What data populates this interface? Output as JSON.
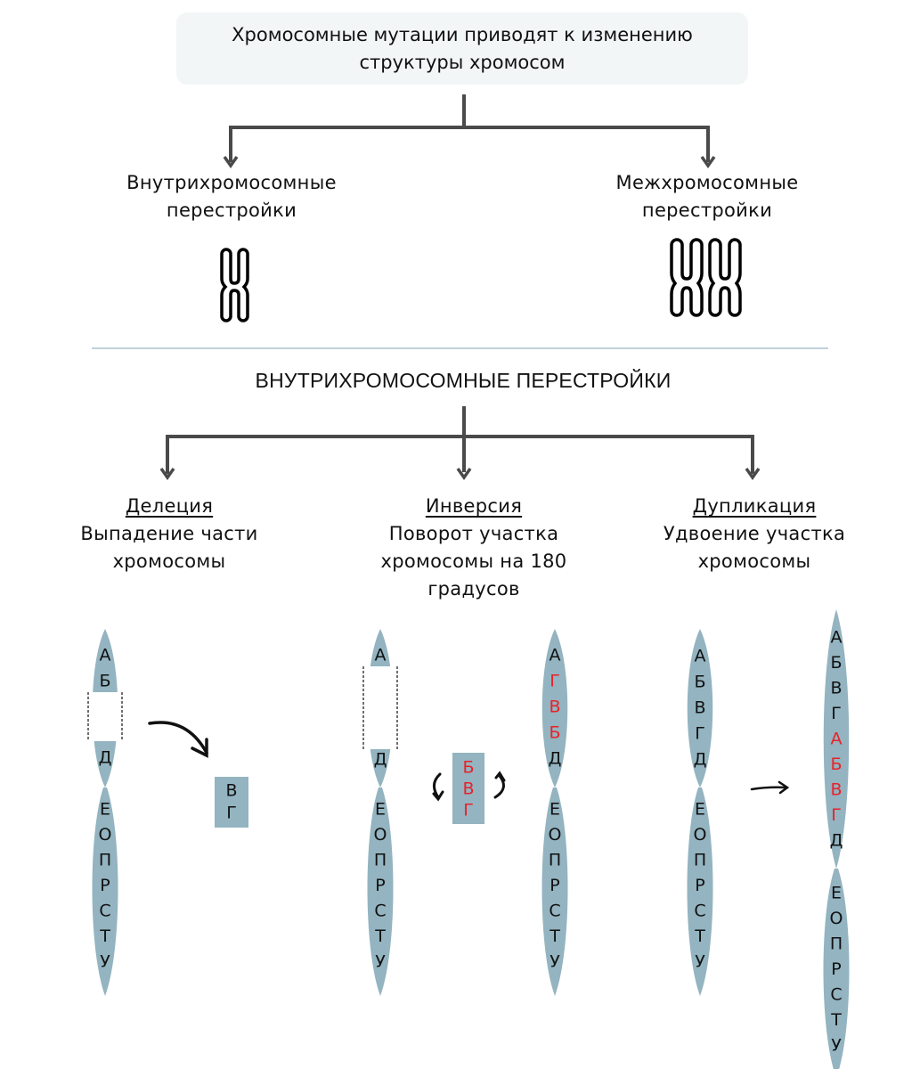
{
  "header": {
    "line1": "Хромосомные мутации приводят к изменению",
    "line2": "структуры хромосом"
  },
  "categories": [
    {
      "line1": "Внутрихромосомные",
      "line2": "перестройки",
      "icon": "single-chromosome-icon"
    },
    {
      "line1": "Межхромосомные",
      "line2": "перестройки",
      "icon": "double-chromosome-icon"
    }
  ],
  "section_title": "ВНУТРИХРОМОСОМНЫЕ ПЕРЕСТРОЙКИ",
  "types": [
    {
      "title": "Делеция",
      "desc": [
        "Выпадение части",
        "хромосомы"
      ]
    },
    {
      "title": "Инверсия",
      "desc": [
        "Поворот участка",
        "хромосомы на 180",
        "градусов"
      ]
    },
    {
      "title": "Дупликация",
      "desc": [
        "Удвоение участка",
        "хромосомы"
      ]
    }
  ],
  "colors": {
    "chromosome": "#93b4c0",
    "highlight": "#e8222a",
    "connector": "#444444",
    "divider": "#a9c3cd",
    "header_bg": "#f3f6f7"
  },
  "deletion": {
    "chromosome_upper": [
      "А",
      "Б"
    ],
    "chromosome_lower_top": [
      "Д"
    ],
    "chromosome_lower_arm": [
      "Е",
      "О",
      "П",
      "Р",
      "С",
      "Т",
      "У"
    ],
    "removed_fragment": [
      "В",
      "Г"
    ]
  },
  "inversion": {
    "original_upper": [
      "А"
    ],
    "original_lower_top": [
      "Д"
    ],
    "original_lower_arm": [
      "Е",
      "О",
      "П",
      "Р",
      "С",
      "Т",
      "У"
    ],
    "rotated_fragment": [
      "Б",
      "В",
      "Г"
    ],
    "result_upper": [
      {
        "g": "А",
        "hl": false
      },
      {
        "g": "Г",
        "hl": true
      },
      {
        "g": "В",
        "hl": true
      },
      {
        "g": "Б",
        "hl": true
      },
      {
        "g": "Д",
        "hl": false
      }
    ],
    "result_lower": [
      "Е",
      "О",
      "П",
      "Р",
      "С",
      "Т",
      "У"
    ]
  },
  "duplication": {
    "original_upper": [
      "А",
      "Б",
      "В",
      "Г",
      "Д"
    ],
    "original_lower": [
      "Е",
      "О",
      "П",
      "Р",
      "С",
      "Т",
      "У"
    ],
    "result_upper": [
      {
        "g": "А",
        "hl": false
      },
      {
        "g": "Б",
        "hl": false
      },
      {
        "g": "В",
        "hl": false
      },
      {
        "g": "Г",
        "hl": false
      },
      {
        "g": "А",
        "hl": true
      },
      {
        "g": "Б",
        "hl": true
      },
      {
        "g": "В",
        "hl": true
      },
      {
        "g": "Г",
        "hl": true
      },
      {
        "g": "Д",
        "hl": false
      }
    ],
    "result_lower": [
      "Е",
      "О",
      "П",
      "Р",
      "С",
      "Т",
      "У"
    ]
  }
}
